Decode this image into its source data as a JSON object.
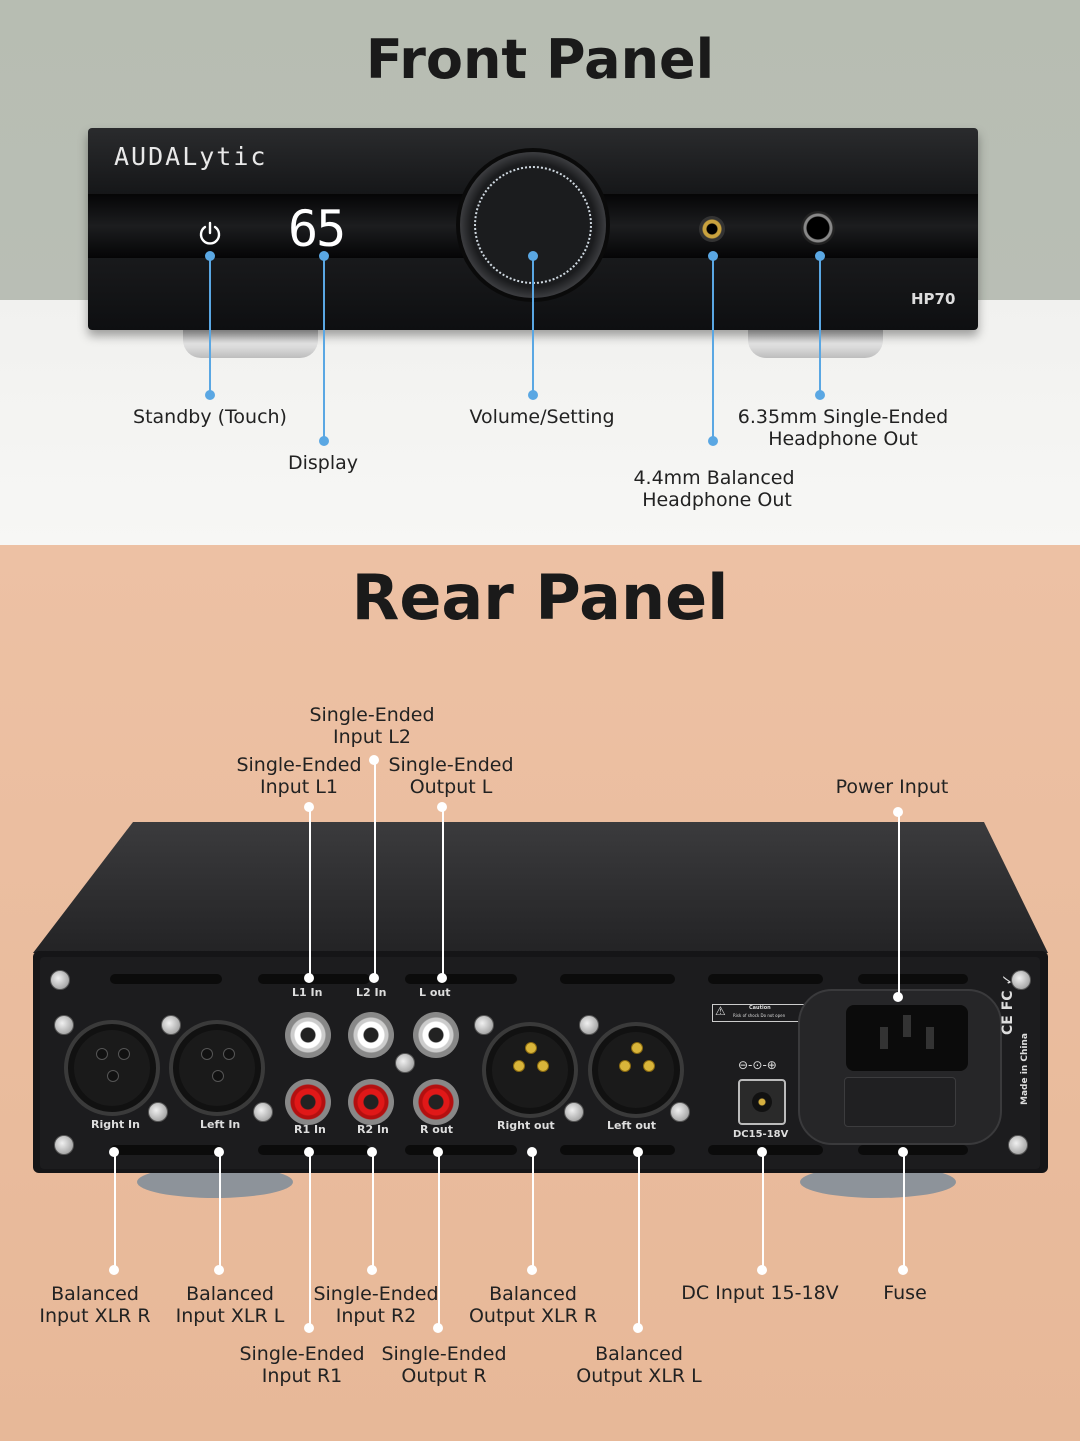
{
  "front": {
    "title": "Front Panel",
    "brand": "AUDALytic",
    "display_value": "65",
    "model": "HP70",
    "labels": {
      "standby": "Standby (Touch)",
      "display": "Display",
      "volume": "Volume/Setting",
      "balanced_out_1": "4.4mm Balanced",
      "balanced_out_2": "Headphone Out",
      "se_out_1": "6.35mm Single-Ended",
      "se_out_2": "Headphone Out"
    }
  },
  "rear": {
    "title": "Rear Panel",
    "silk": {
      "l1_in": "L1 In",
      "l2_in": "L2 In",
      "l_out": "L out",
      "r1_in": "R1 In",
      "r2_in": "R2 In",
      "r_out": "R out",
      "right_in": "Right In",
      "left_in": "Left In",
      "right_out": "Right out",
      "left_out": "Left out",
      "dc": "DC15-18V",
      "caution": "Caution",
      "caution_sub": "Risk of shock Do not open",
      "made_in": "Made in China"
    },
    "labels": {
      "se_in_l2_1": "Single-Ended",
      "se_in_l2_2": "Input L2",
      "se_in_l1_1": "Single-Ended",
      "se_in_l1_2": "Input L1",
      "se_out_l_1": "Single-Ended",
      "se_out_l_2": "Output L",
      "power_input": "Power Input",
      "bal_in_r_1": "Balanced",
      "bal_in_r_2": "Input XLR R",
      "bal_in_l_1": "Balanced",
      "bal_in_l_2": "Input XLR L",
      "se_in_r2_1": "Single-Ended",
      "se_in_r2_2": "Input R2",
      "bal_out_r_1": "Balanced",
      "bal_out_r_2": "Output XLR R",
      "dc_input": "DC Input 15-18V",
      "fuse": "Fuse",
      "se_in_r1_1": "Single-Ended",
      "se_in_r1_2": "Input R1",
      "se_out_r_1": "Single-Ended",
      "se_out_r_2": "Output R",
      "bal_out_l_1": "Balanced",
      "bal_out_l_2": "Output XLR L"
    }
  }
}
